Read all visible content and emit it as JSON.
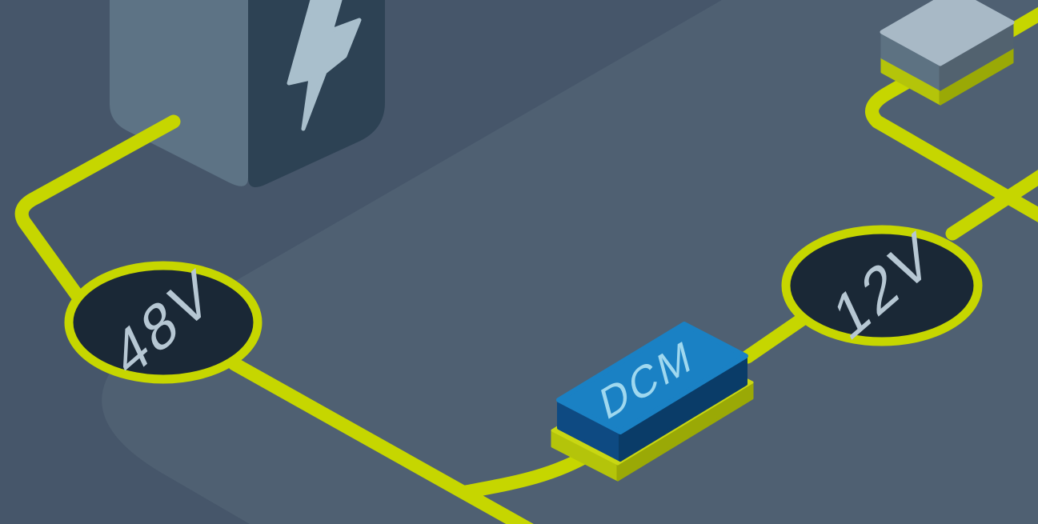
{
  "labels": {
    "source_voltage": "48V",
    "output_voltage": "12V",
    "converter": "DCM"
  },
  "icons": [
    {
      "name": "lightning-bolt-icon",
      "glyph": "lightning bolt on battery block"
    }
  ],
  "colors": {
    "background": "#46566A",
    "floor": "#4F6072",
    "wire": "#C6D600",
    "node_fill": "#1A2836",
    "node_ring": "#C6D600",
    "node_text": "#B6C7D3",
    "battery_left_face": "#5D7385",
    "battery_right_face": "#2D4254",
    "bolt": "#A9BFCC",
    "dcm_top": "#1A81C4",
    "dcm_front": "#0E4A82",
    "dcm_side": "#0A3C68",
    "dcm_text": "#9FD8EF",
    "slab_top": "#C9D713",
    "slab_front": "#B4C40A",
    "slab_side": "#9AA906",
    "module_top": "#A8B9C6",
    "module_front": "#5D7282",
    "module_side": "#52626F"
  }
}
